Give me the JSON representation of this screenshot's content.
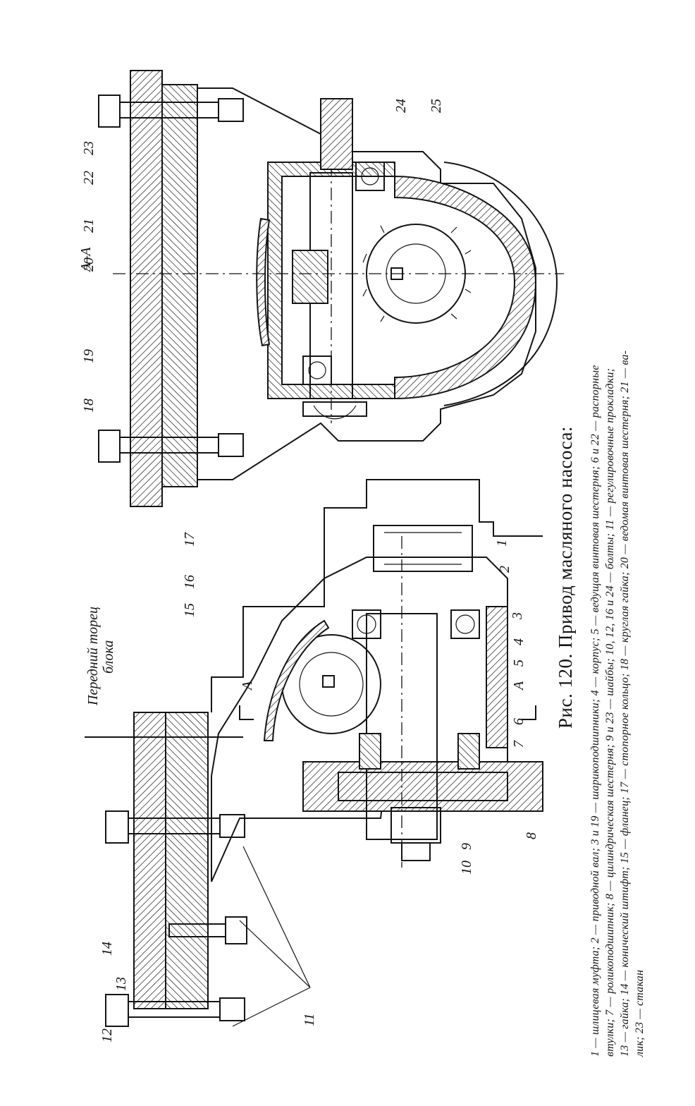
{
  "figure": {
    "title": "Рис. 120. Привод масляного насоса:",
    "legend_lines": [
      "1 — шлицевая муфта; 2 — приводной вал; 3 и 19 — шарикоподшипники; 4 — корпус; 5 — ведущая винтовая шестерня; 6 и 22 — распорные",
      "втулки; 7 — роликоподшипник; 8 — цилиндрическая шестерня; 9 и 23 — шайбы; 10, 12, 16 и 24 — болты; 11 — регулировочные прокладки;",
      "13 — гайка; 14 — конический штифт; 15 — фланец; 17 — стопорное кольцо; 18 — круглая гайка; 20 — ведомая винтовая шестерня; 21 — ва-",
      "лик; 23 — стакан"
    ]
  },
  "diagram": {
    "side_label": "Передний торец блока",
    "side_label_line1": "Передний торец",
    "side_label_line2": "блока",
    "section_label": "А–А",
    "section_arrow_label": "А",
    "part_numbers": {
      "p1": "1",
      "p2": "2",
      "p3": "3",
      "p4": "4",
      "p5": "5",
      "p6": "6",
      "p7": "7",
      "p8": "8",
      "p9": "9",
      "p10": "10",
      "p11": "11",
      "p12": "12",
      "p13": "13",
      "p14": "14",
      "p15": "15",
      "p16": "16",
      "p17": "17",
      "p18": "18",
      "p19": "19",
      "p20": "20",
      "p21": "21",
      "p22": "22",
      "p23": "23",
      "p24": "24",
      "p25": "25"
    }
  }
}
